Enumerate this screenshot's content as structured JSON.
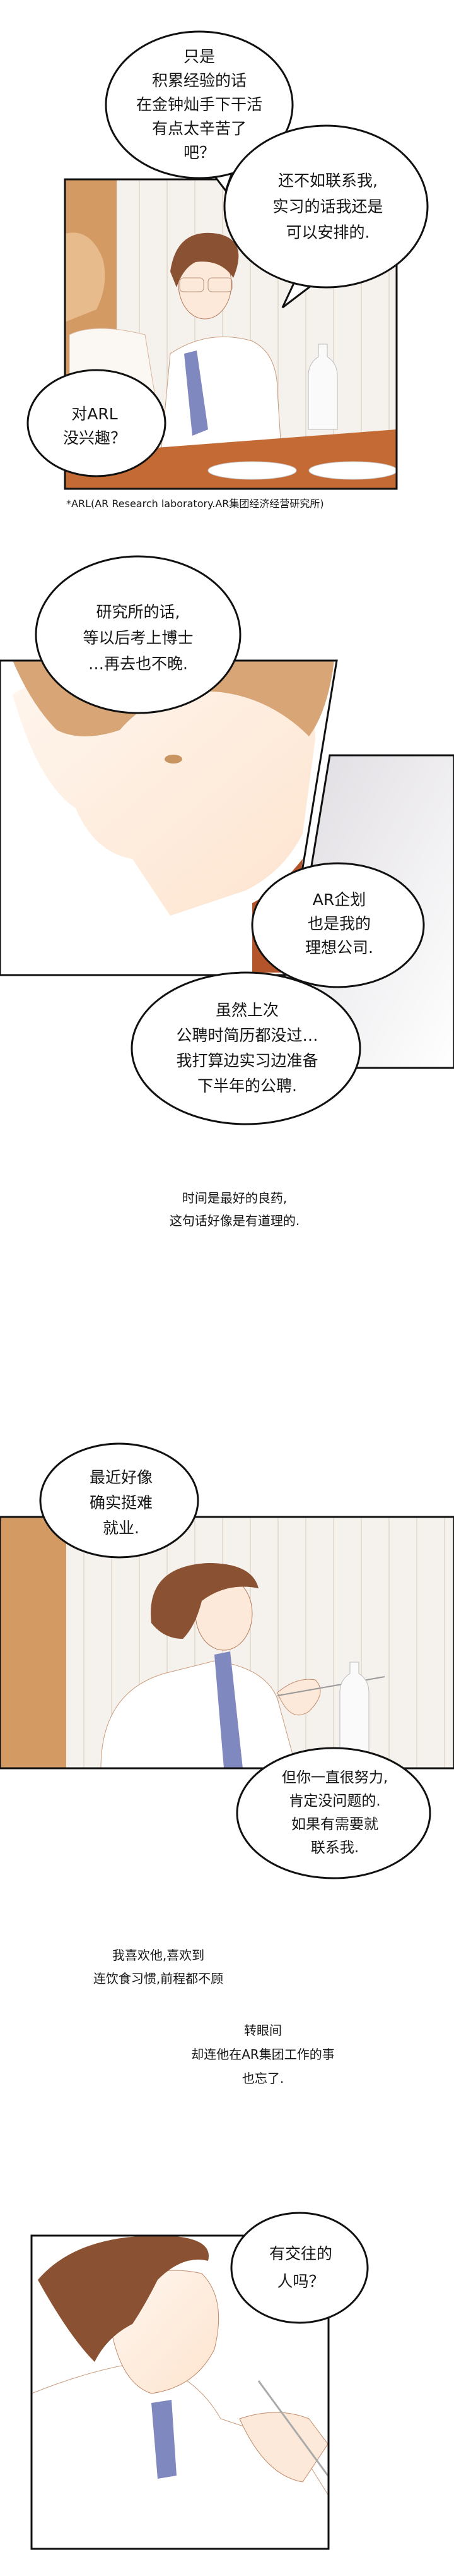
{
  "colors": {
    "ink": "#151515",
    "wood": "#d49a63",
    "wall": "#f4f0ea",
    "table": "#c46a34",
    "hair_dark": "#8a5233",
    "hair_light": "#d8a676",
    "skin": "#fde9d9",
    "shirt": "#ffffff",
    "tie": "#8088c0"
  },
  "bubbles": [
    {
      "lines": [
        "只是",
        "积累经验的话",
        "在金钟灿手下干活",
        "有点太辛苦了",
        "吧？"
      ]
    },
    {
      "lines": [
        "还不如联系我,",
        "实习的话我还是",
        "可以安排的."
      ]
    },
    {
      "lines": [
        "对ARL",
        "没兴趣？"
      ]
    },
    {
      "lines": [
        "研究所的话,",
        "等以后考上博士",
        "…再去也不晚."
      ]
    },
    {
      "lines": [
        "AR企划",
        "也是我的",
        "理想公司."
      ]
    },
    {
      "lines": [
        "虽然上次",
        "公聘时简历都没过…",
        "我打算边实习边准备",
        "下半年的公聘."
      ]
    },
    {
      "lines": [
        "最近好像",
        "确实挺难",
        "就业."
      ]
    },
    {
      "lines": [
        "但你一直很努力,",
        "肯定没问题的.",
        "如果有需要就",
        "联系我."
      ]
    },
    {
      "lines": [
        "有交往的",
        "人吗？"
      ]
    }
  ],
  "caption": "*ARL(AR Research laboratory.AR集团经济经营研究所)",
  "narration": [
    {
      "lines": [
        "时间是最好的良药,",
        "这句话好像是有道理的."
      ]
    },
    {
      "lines": [
        "我喜欢他,喜欢到",
        "连饮食习惯,前程都不顾"
      ]
    },
    {
      "lines": [
        "转眼间",
        "却连他在AR集团工作的事",
        "也忘了."
      ]
    }
  ]
}
